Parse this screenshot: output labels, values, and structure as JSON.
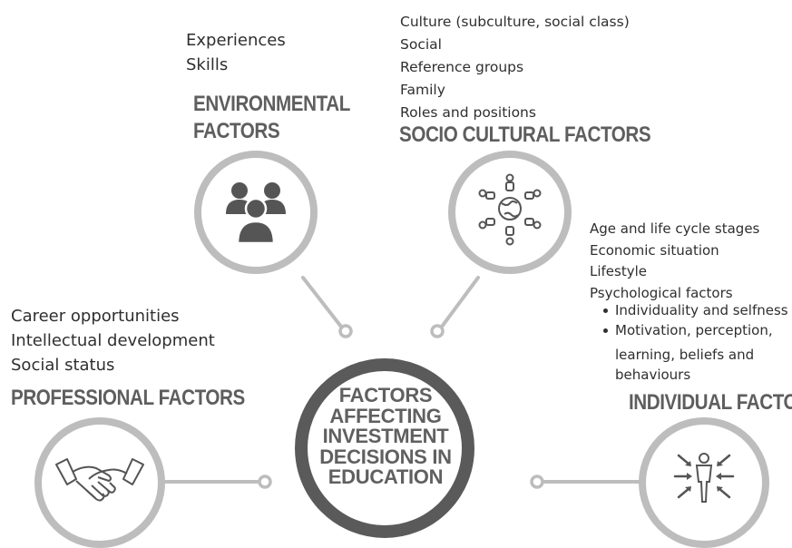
{
  "center": {
    "lines": [
      "FACTORS",
      "AFFECTING",
      "INVESTMENT",
      "DECISIONS IN",
      "EDUCATION"
    ]
  },
  "environmental": {
    "heading": [
      "ENVIRONMENTAL",
      "FACTORS"
    ],
    "items": [
      "Experiences",
      "Skills"
    ],
    "icon": "group-of-people-icon"
  },
  "socio_cultural": {
    "heading": "SOCIO CULTURAL FACTORS",
    "items": [
      "Culture (subculture, social class)",
      "Social",
      "Reference groups",
      "Family",
      "Roles and positions"
    ],
    "icon": "global-network-people-icon"
  },
  "professional": {
    "heading": "PROFESSIONAL FACTORS",
    "items": [
      "Career opportunities",
      "Intellectual development",
      "Social status"
    ],
    "icon": "handshake-icon"
  },
  "individual": {
    "heading": "INDIVIDUAL FACTORS",
    "items": [
      "Age and life cycle stages",
      "Economic situation",
      "Lifestyle",
      "Psychological factors"
    ],
    "bullets": [
      "Individuality and selfness",
      "Motivation, perception,",
      "learning, beliefs and",
      "behaviours"
    ],
    "icon": "person-focus-arrows-icon"
  },
  "colors": {
    "ring_light": "#bdbdbd",
    "ring_dark": "#5a5a5a",
    "icon": "#555555",
    "heading": "#5e5e5e"
  }
}
